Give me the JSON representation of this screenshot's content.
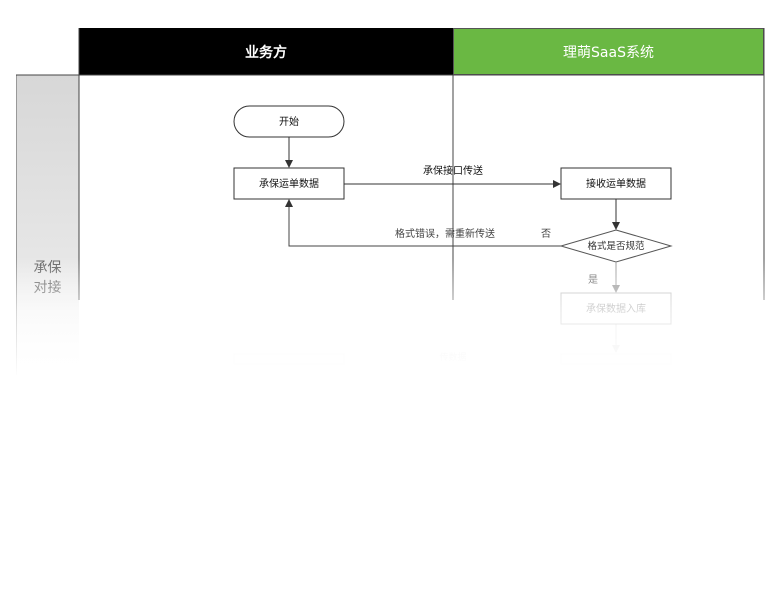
{
  "lanes": {
    "business": "业务方",
    "saas": "理萌SaaS系统"
  },
  "row_label": "承保\n对接",
  "nodes": {
    "start": "开始",
    "underwriting_data": "承保运单数据",
    "receive_data": "接收运单数据",
    "format_check": "格式是否规范",
    "store": "承保数据入库"
  },
  "edges": {
    "interface_transfer": "承保接口传送",
    "format_error": "格式错误，需重新传送",
    "no": "否",
    "yes": "是",
    "faded_label": "传数据"
  }
}
